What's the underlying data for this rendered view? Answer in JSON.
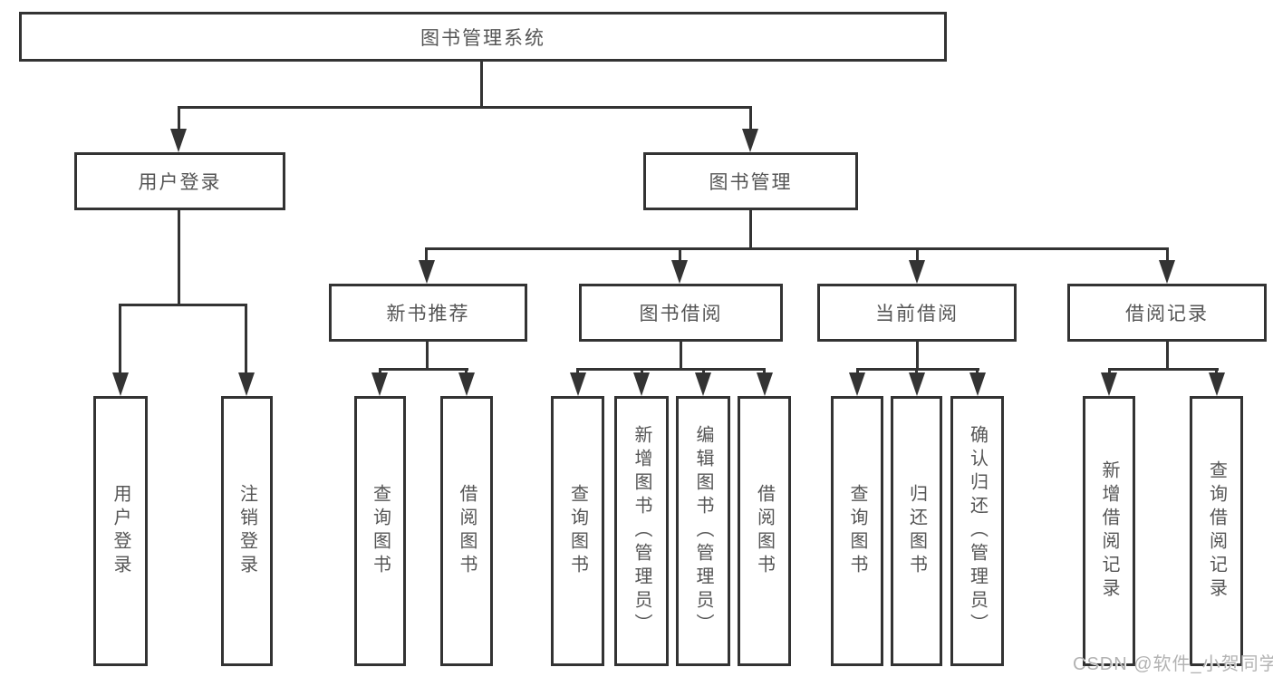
{
  "root": {
    "label": "图书管理系统"
  },
  "branches": [
    {
      "label": "用户登录"
    },
    {
      "label": "图书管理"
    }
  ],
  "modules": [
    {
      "label": "新书推荐"
    },
    {
      "label": "图书借阅"
    },
    {
      "label": "当前借阅"
    },
    {
      "label": "借阅记录"
    }
  ],
  "functions": [
    {
      "label": "用户登录"
    },
    {
      "label": "注销登录"
    },
    {
      "label": "查询图书"
    },
    {
      "label": "借阅图书"
    },
    {
      "label": "查询图书"
    },
    {
      "label": "新增图书（管理员）"
    },
    {
      "label": "编辑图书（管理员）"
    },
    {
      "label": "借阅图书"
    },
    {
      "label": "查询图书"
    },
    {
      "label": "归还图书"
    },
    {
      "label": "确认归还（管理员）"
    },
    {
      "label": "新增借阅记录"
    },
    {
      "label": "查询借阅记录"
    }
  ],
  "watermark": {
    "text": "CSDN @软件_小贺同学"
  },
  "colors": {
    "line": "#333333",
    "box_text": "#555555",
    "watermark_text": "#b3b3b3",
    "background": "#ffffff"
  }
}
